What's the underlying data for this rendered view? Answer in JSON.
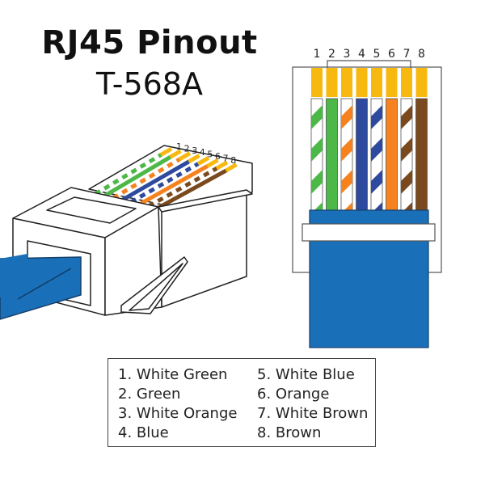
{
  "title": {
    "main": "RJ45 Pinout",
    "subtitle": "T-568A"
  },
  "pin_numbers": [
    "1",
    "2",
    "3",
    "4",
    "5",
    "6",
    "7",
    "8"
  ],
  "plug_pin_numbers": [
    "1",
    "2",
    "3",
    "4",
    "5",
    "6",
    "7",
    "8"
  ],
  "colors": {
    "contact_gold": "#f7b90f",
    "green": "#4cb848",
    "orange": "#f5821f",
    "blue": "#2e4a9e",
    "brown": "#7a4a1e",
    "jacket_blue": "#1a70b8",
    "outline": "#333333"
  },
  "wires": [
    {
      "pin": 1,
      "color": "green",
      "striped": true
    },
    {
      "pin": 2,
      "color": "green",
      "striped": false
    },
    {
      "pin": 3,
      "color": "orange",
      "striped": true
    },
    {
      "pin": 4,
      "color": "blue",
      "striped": false
    },
    {
      "pin": 5,
      "color": "blue",
      "striped": true
    },
    {
      "pin": 6,
      "color": "orange",
      "striped": false
    },
    {
      "pin": 7,
      "color": "brown",
      "striped": true
    },
    {
      "pin": 8,
      "color": "brown",
      "striped": false
    }
  ],
  "legend": {
    "column1": [
      "1. White Green",
      "2. Green",
      "3. White Orange",
      "4. Blue"
    ],
    "column2": [
      "5. White Blue",
      "6. Orange",
      "7. White Brown",
      "8. Brown"
    ]
  }
}
